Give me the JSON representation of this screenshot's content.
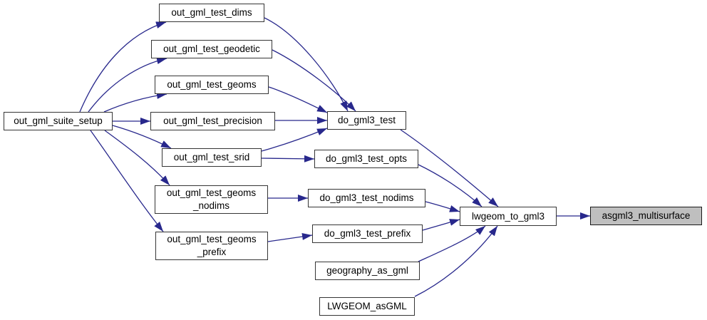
{
  "diagram": {
    "type": "call-graph",
    "colors": {
      "edge": "#28288c",
      "node_fill": "#ffffff",
      "node_border": "#353535",
      "highlight_fill": "#bfbfbf",
      "background": "#ffffff"
    },
    "nodes": [
      {
        "id": "out_gml_suite_setup",
        "label": "out_gml_suite_setup"
      },
      {
        "id": "out_gml_test_dims",
        "label": "out_gml_test_dims"
      },
      {
        "id": "out_gml_test_geodetic",
        "label": "out_gml_test_geodetic"
      },
      {
        "id": "out_gml_test_geoms",
        "label": "out_gml_test_geoms"
      },
      {
        "id": "out_gml_test_precision",
        "label": "out_gml_test_precision"
      },
      {
        "id": "out_gml_test_srid",
        "label": "out_gml_test_srid"
      },
      {
        "id": "out_gml_test_geoms_nodims",
        "label": "out_gml_test_geoms\n_nodims"
      },
      {
        "id": "out_gml_test_geoms_prefix",
        "label": "out_gml_test_geoms\n_prefix"
      },
      {
        "id": "do_gml3_test",
        "label": "do_gml3_test"
      },
      {
        "id": "do_gml3_test_opts",
        "label": "do_gml3_test_opts"
      },
      {
        "id": "do_gml3_test_nodims",
        "label": "do_gml3_test_nodims"
      },
      {
        "id": "do_gml3_test_prefix",
        "label": "do_gml3_test_prefix"
      },
      {
        "id": "geography_as_gml",
        "label": "geography_as_gml"
      },
      {
        "id": "LWGEOM_asGML",
        "label": "LWGEOM_asGML"
      },
      {
        "id": "lwgeom_to_gml3",
        "label": "lwgeom_to_gml3"
      },
      {
        "id": "asgml3_multisurface",
        "label": "asgml3_multisurface",
        "highlighted": true
      }
    ],
    "edges": [
      {
        "from": "out_gml_suite_setup",
        "to": "out_gml_test_dims"
      },
      {
        "from": "out_gml_suite_setup",
        "to": "out_gml_test_geodetic"
      },
      {
        "from": "out_gml_suite_setup",
        "to": "out_gml_test_geoms"
      },
      {
        "from": "out_gml_suite_setup",
        "to": "out_gml_test_precision"
      },
      {
        "from": "out_gml_suite_setup",
        "to": "out_gml_test_srid"
      },
      {
        "from": "out_gml_suite_setup",
        "to": "out_gml_test_geoms_nodims"
      },
      {
        "from": "out_gml_suite_setup",
        "to": "out_gml_test_geoms_prefix"
      },
      {
        "from": "out_gml_test_dims",
        "to": "do_gml3_test"
      },
      {
        "from": "out_gml_test_geodetic",
        "to": "do_gml3_test"
      },
      {
        "from": "out_gml_test_geoms",
        "to": "do_gml3_test"
      },
      {
        "from": "out_gml_test_precision",
        "to": "do_gml3_test"
      },
      {
        "from": "out_gml_test_srid",
        "to": "do_gml3_test"
      },
      {
        "from": "out_gml_test_srid",
        "to": "do_gml3_test_opts"
      },
      {
        "from": "out_gml_test_geoms_nodims",
        "to": "do_gml3_test_nodims"
      },
      {
        "from": "out_gml_test_geoms_prefix",
        "to": "do_gml3_test_prefix"
      },
      {
        "from": "do_gml3_test",
        "to": "lwgeom_to_gml3"
      },
      {
        "from": "do_gml3_test_opts",
        "to": "lwgeom_to_gml3"
      },
      {
        "from": "do_gml3_test_nodims",
        "to": "lwgeom_to_gml3"
      },
      {
        "from": "do_gml3_test_prefix",
        "to": "lwgeom_to_gml3"
      },
      {
        "from": "geography_as_gml",
        "to": "lwgeom_to_gml3"
      },
      {
        "from": "LWGEOM_asGML",
        "to": "lwgeom_to_gml3"
      },
      {
        "from": "lwgeom_to_gml3",
        "to": "asgml3_multisurface"
      }
    ]
  }
}
